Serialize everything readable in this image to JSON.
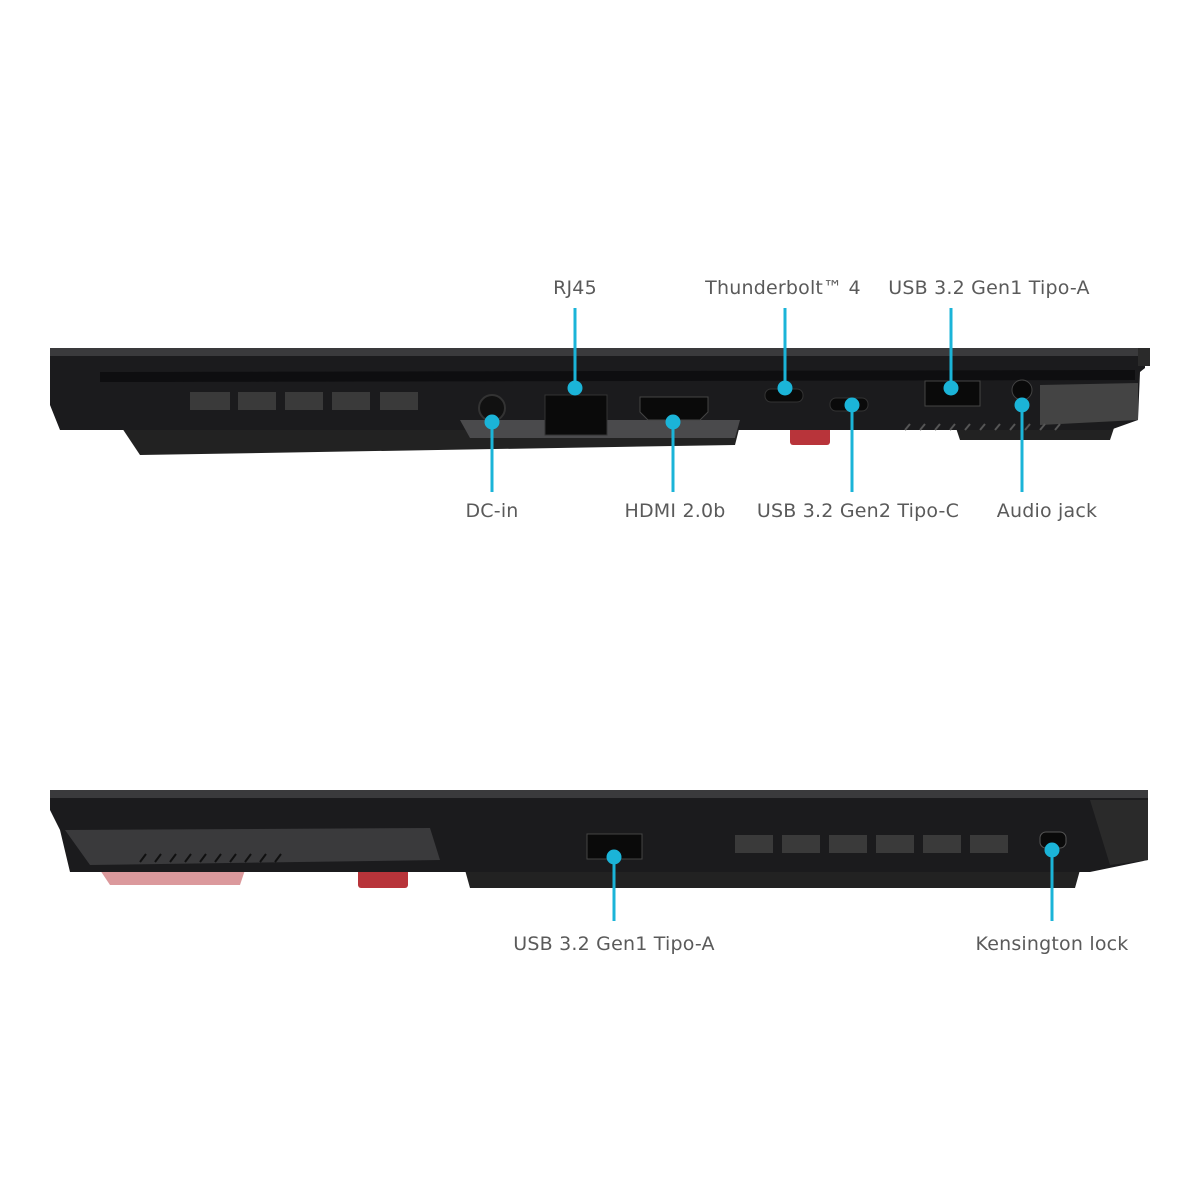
{
  "colors": {
    "callout": "#1bb4d8",
    "chassis": "#1b1b1d",
    "text": "#5a5a5a",
    "accent_red": "#b8343a"
  },
  "views": [
    {
      "name": "left-side",
      "labels_top": [
        "RJ45",
        "Thunderbolt™ 4",
        "USB 3.2 Gen1 Tipo-A"
      ],
      "labels_bottom": [
        "DC-in",
        "HDMI 2.0b",
        "USB 3.2 Gen2 Tipo-C",
        "Audio jack"
      ]
    },
    {
      "name": "right-side",
      "labels_bottom": [
        "USB 3.2 Gen1 Tipo-A",
        "Kensington lock"
      ]
    }
  ]
}
